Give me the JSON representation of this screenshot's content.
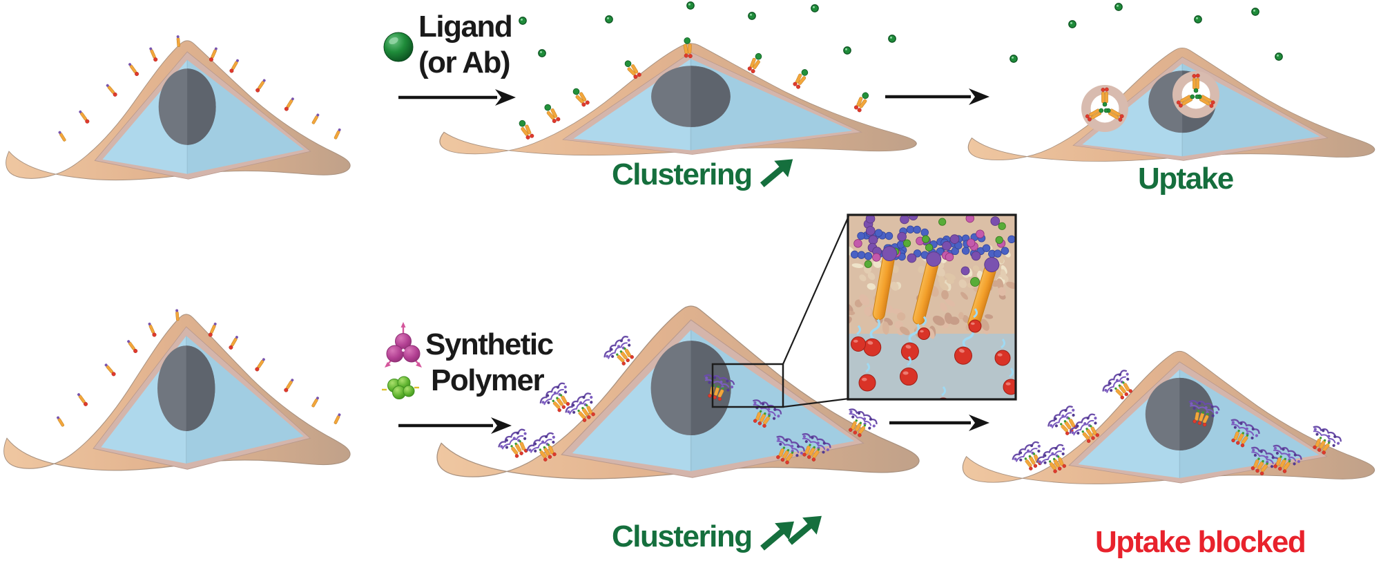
{
  "figure": {
    "background": "#ffffff",
    "top_row": {
      "stimulus_label_line1": "Ligand",
      "stimulus_label_line2": "(or Ab)",
      "stimulus_icon": "green-ligand-sphere",
      "step1_label": "Clustering",
      "step1_arrow_count": 1,
      "step2_label": "Uptake"
    },
    "bottom_row": {
      "stimulus_label_line1": "Synthetic",
      "stimulus_label_line2": "Polymer",
      "stimulus_icons": [
        "magenta-trefoil-polymer",
        "green-globular-polymer"
      ],
      "step1_label": "Clustering",
      "step1_arrow_count": 2,
      "step2_label": "Uptake blocked"
    },
    "colors": {
      "clustering_green": "#156f3d",
      "uptake_green": "#156f3d",
      "blocked_red": "#e8222c",
      "label_black": "#1a1a1a",
      "ligand_green": "#1f8c3a",
      "polymer_magenta": "#bf4f9e",
      "polymer_green": "#6cbf3f",
      "membrane_tan": "#e2b38f",
      "membrane_rim_pink": "#d4b5ab",
      "cytoplasm_blue": "#abd6ea",
      "nucleus_gray": "#6e737b",
      "receptor_orange": "#f3a63b",
      "receptor_red": "#df3a2c",
      "receptor_purple": "#7a55ad",
      "polymer_bead_blue": "#4a61c4",
      "inset_cytosol": "#b6c5cb"
    }
  }
}
